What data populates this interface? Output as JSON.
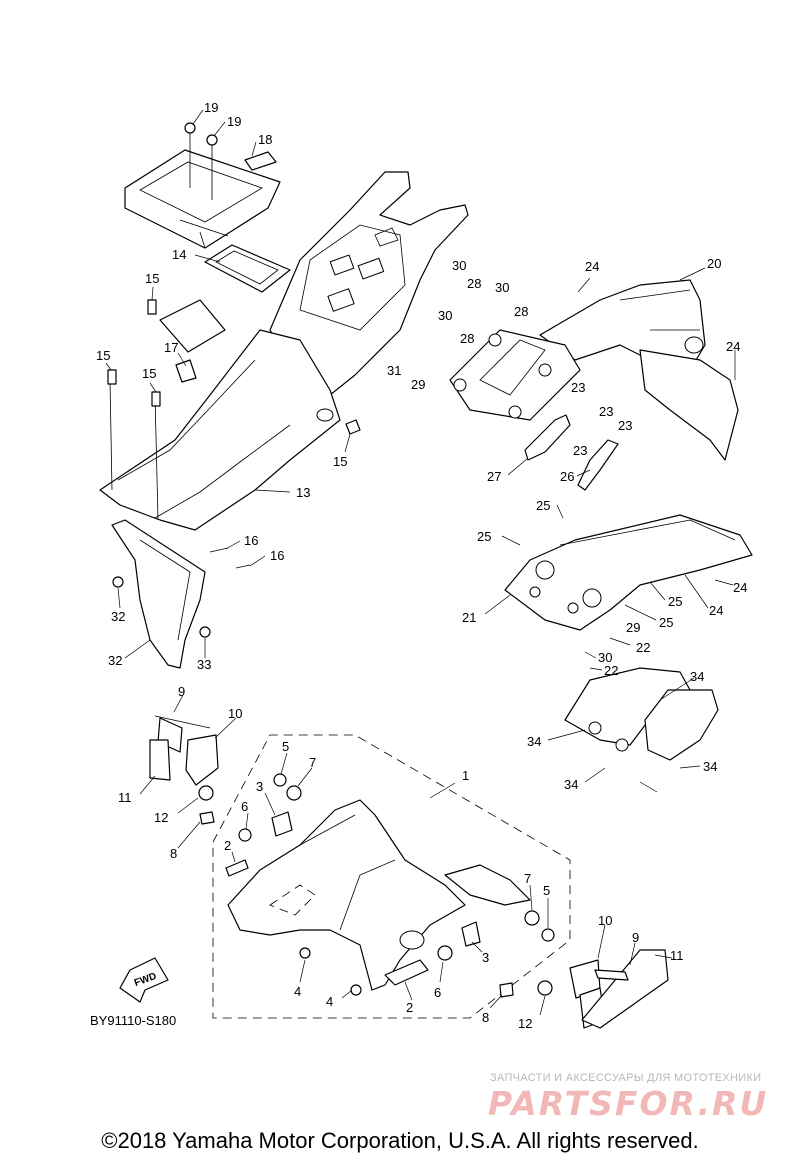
{
  "diagram": {
    "code": "BY91110-S180",
    "fwd_label": "FWD",
    "callouts": [
      {
        "id": "p1",
        "label": "1"
      },
      {
        "id": "p2a",
        "label": "2"
      },
      {
        "id": "p2b",
        "label": "2"
      },
      {
        "id": "p3a",
        "label": "3"
      },
      {
        "id": "p3b",
        "label": "3"
      },
      {
        "id": "p4a",
        "label": "4"
      },
      {
        "id": "p4b",
        "label": "4"
      },
      {
        "id": "p5a",
        "label": "5"
      },
      {
        "id": "p5b",
        "label": "5"
      },
      {
        "id": "p6a",
        "label": "6"
      },
      {
        "id": "p6b",
        "label": "6"
      },
      {
        "id": "p7a",
        "label": "7"
      },
      {
        "id": "p7b",
        "label": "7"
      },
      {
        "id": "p8a",
        "label": "8"
      },
      {
        "id": "p8b",
        "label": "8"
      },
      {
        "id": "p9a",
        "label": "9"
      },
      {
        "id": "p9b",
        "label": "9"
      },
      {
        "id": "p10a",
        "label": "10"
      },
      {
        "id": "p10b",
        "label": "10"
      },
      {
        "id": "p11a",
        "label": "11"
      },
      {
        "id": "p11b",
        "label": "11"
      },
      {
        "id": "p12a",
        "label": "12"
      },
      {
        "id": "p12b",
        "label": "12"
      },
      {
        "id": "p13",
        "label": "13"
      },
      {
        "id": "p14",
        "label": "14"
      },
      {
        "id": "p15a",
        "label": "15"
      },
      {
        "id": "p15b",
        "label": "15"
      },
      {
        "id": "p15c",
        "label": "15"
      },
      {
        "id": "p15d",
        "label": "15"
      },
      {
        "id": "p16a",
        "label": "16"
      },
      {
        "id": "p16b",
        "label": "16"
      },
      {
        "id": "p17",
        "label": "17"
      },
      {
        "id": "p18",
        "label": "18"
      },
      {
        "id": "p19a",
        "label": "19"
      },
      {
        "id": "p19b",
        "label": "19"
      },
      {
        "id": "p20",
        "label": "20"
      },
      {
        "id": "p21",
        "label": "21"
      },
      {
        "id": "p22a",
        "label": "22"
      },
      {
        "id": "p22b",
        "label": "22"
      },
      {
        "id": "p23a",
        "label": "23"
      },
      {
        "id": "p23b",
        "label": "23"
      },
      {
        "id": "p23c",
        "label": "23"
      },
      {
        "id": "p23d",
        "label": "23"
      },
      {
        "id": "p24a",
        "label": "24"
      },
      {
        "id": "p24b",
        "label": "24"
      },
      {
        "id": "p24c",
        "label": "24"
      },
      {
        "id": "p24d",
        "label": "24"
      },
      {
        "id": "p25a",
        "label": "25"
      },
      {
        "id": "p25b",
        "label": "25"
      },
      {
        "id": "p25c",
        "label": "25"
      },
      {
        "id": "p25d",
        "label": "25"
      },
      {
        "id": "p26",
        "label": "26"
      },
      {
        "id": "p27",
        "label": "27"
      },
      {
        "id": "p28a",
        "label": "28"
      },
      {
        "id": "p28b",
        "label": "28"
      },
      {
        "id": "p28c",
        "label": "28"
      },
      {
        "id": "p29a",
        "label": "29"
      },
      {
        "id": "p29b",
        "label": "29"
      },
      {
        "id": "p30a",
        "label": "30"
      },
      {
        "id": "p30b",
        "label": "30"
      },
      {
        "id": "p30c",
        "label": "30"
      },
      {
        "id": "p30d",
        "label": "30"
      },
      {
        "id": "p31",
        "label": "31"
      },
      {
        "id": "p32a",
        "label": "32"
      },
      {
        "id": "p32b",
        "label": "32"
      },
      {
        "id": "p33",
        "label": "33"
      },
      {
        "id": "p34a",
        "label": "34"
      },
      {
        "id": "p34b",
        "label": "34"
      },
      {
        "id": "p34c",
        "label": "34"
      },
      {
        "id": "p34d",
        "label": "34"
      }
    ]
  },
  "watermark": {
    "tagline": "ЗАПЧАСТИ И АКСЕССУАРЫ ДЛЯ МОТОТЕХНИКИ",
    "logo": "PARTSFOR.RU"
  },
  "copyright": "©2018 Yamaha Motor Corporation, U.S.A. All rights reserved."
}
